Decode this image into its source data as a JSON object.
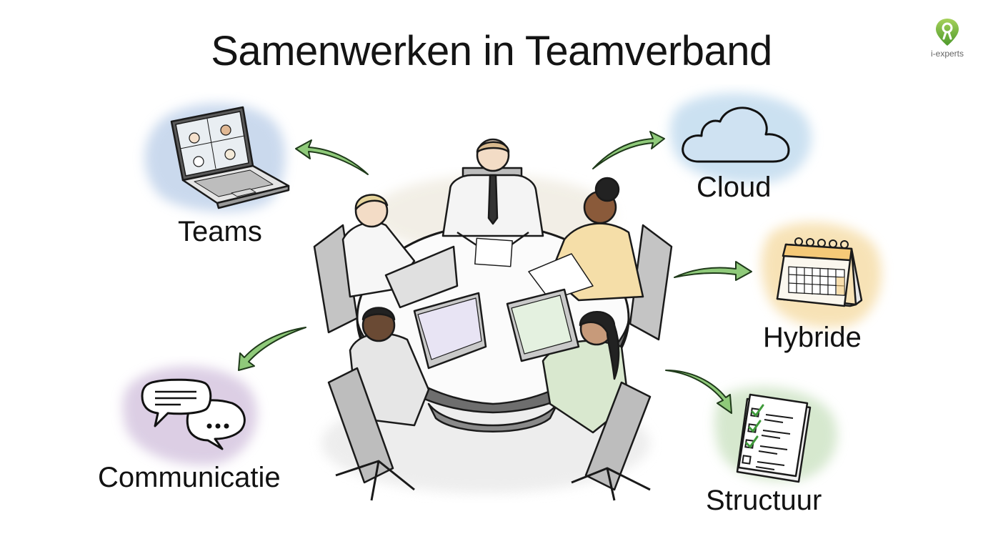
{
  "title": "Samenwerken in Teamverband",
  "logo": {
    "text": "i-experts",
    "color": "#7cb342",
    "icon": "location-pin-icon"
  },
  "center": {
    "description": "Five colleagues working around a round table with laptops and documents"
  },
  "topics": [
    {
      "id": "teams",
      "label": "Teams",
      "icon": "video-call-laptop-icon",
      "wash_color": "#b9cde8",
      "position": "top-left"
    },
    {
      "id": "communicatie",
      "label": "Communicatie",
      "icon": "chat-bubbles-icon",
      "wash_color": "#d6c6e0",
      "position": "bottom-left"
    },
    {
      "id": "cloud",
      "label": "Cloud",
      "icon": "cloud-icon",
      "wash_color": "#c3dcef",
      "position": "top-right"
    },
    {
      "id": "hybride",
      "label": "Hybride",
      "icon": "calendar-icon",
      "wash_color": "#f6deaa",
      "position": "middle-right"
    },
    {
      "id": "structuur",
      "label": "Structuur",
      "icon": "checklist-icon",
      "wash_color": "#cfe4c6",
      "position": "bottom-right"
    }
  ],
  "arrow_color": "#8fca7a",
  "arrow_stroke": "#1f3a1a"
}
